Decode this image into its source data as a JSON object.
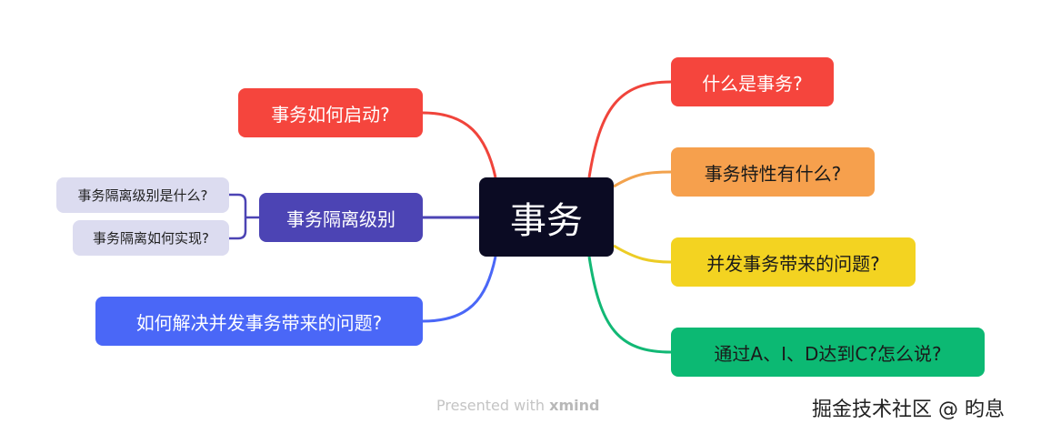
{
  "root": {
    "label": "事务",
    "color": "#0b0b23"
  },
  "right_branches": [
    {
      "label": "什么是事务?",
      "color": "#f5453d",
      "line_color": "#f0443b"
    },
    {
      "label": "事务特性有什么?",
      "color": "#f6a04d",
      "line_color": "#f2a24d"
    },
    {
      "label": "并发事务带来的问题?",
      "color": "#f3d321",
      "line_color": "#eccc25"
    },
    {
      "label": "通过A、I、D达到C?怎么说?",
      "color": "#0cb973",
      "line_color": "#12b875"
    }
  ],
  "left_branches": [
    {
      "label": "事务如何启动?",
      "color": "#f5453d",
      "line_color": "#f0443b"
    },
    {
      "label": "事务隔离级别",
      "color": "#4c44b4",
      "line_color": "#4c44b4",
      "children": [
        {
          "label": "事务隔离级别是什么?"
        },
        {
          "label": "事务隔离如何实现?"
        }
      ]
    },
    {
      "label": "如何解决并发事务带来的问题?",
      "color": "#4a67f7",
      "line_color": "#4a67f7"
    }
  ],
  "footer": {
    "presented_with": "Presented with",
    "brand": "xmind"
  },
  "watermark": "掘金技术社区 @ 昀息"
}
